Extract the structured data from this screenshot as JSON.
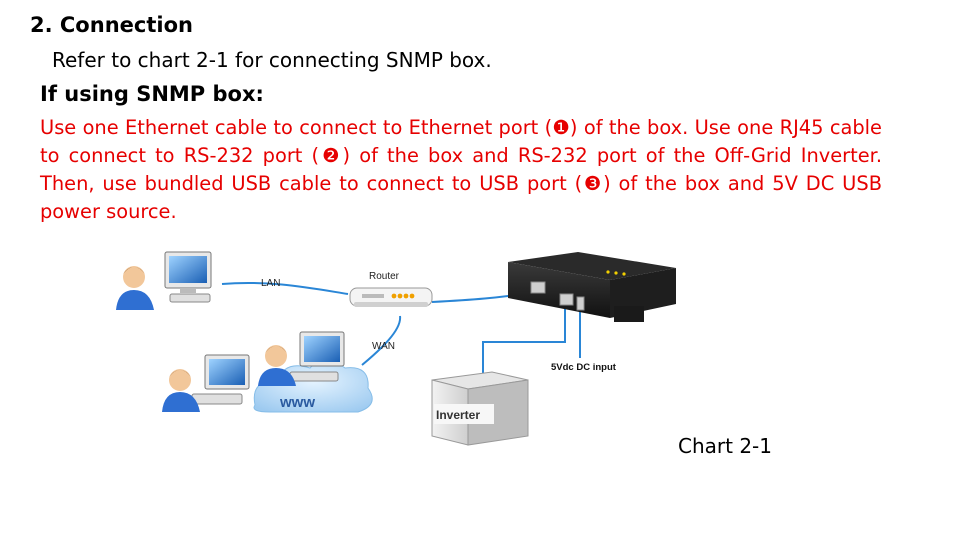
{
  "heading": "2. Connection",
  "intro": "Refer to chart 2-1 for connecting SNMP box.",
  "subheading": "If using SNMP box:",
  "instructions": {
    "p1": "Use one Ethernet cable to connect to Ethernet port (❶) of the box. Use one RJ45 cable to connect to RS-232 port (❷) of the box and RS-232 port of the Off-Grid Inverter. Then, use bundled USB cable to connect to USB port (❸) of the box and 5V DC USB power source."
  },
  "diagram": {
    "lan_label": "LAN",
    "router_label": "Router",
    "wan_label": "WAN",
    "www_label": "www",
    "dc_input_label": "5Vdc DC input",
    "inverter_label": "Inverter"
  },
  "caption": "Chart 2-1",
  "colors": {
    "instruction_text": "#e60000",
    "cable": "#2a86d6"
  }
}
